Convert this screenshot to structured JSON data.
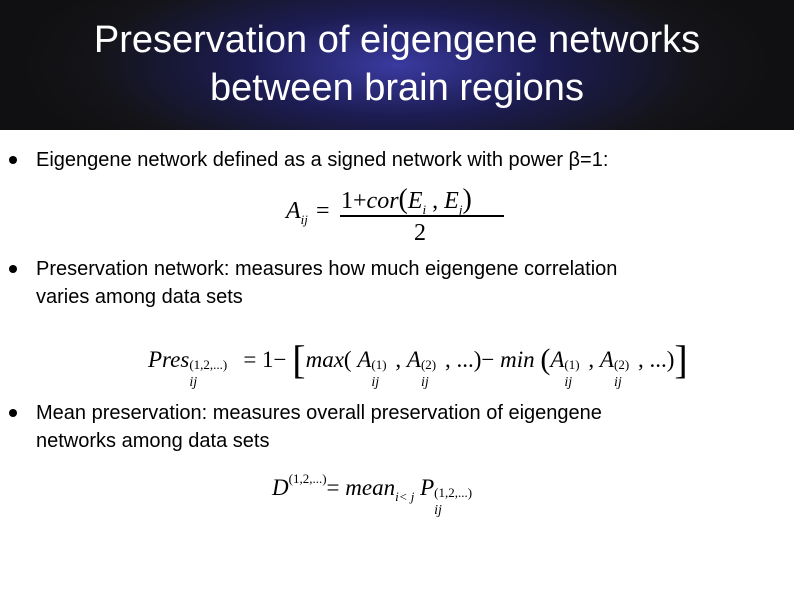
{
  "slide": {
    "title_line1": "Preservation of eigengene networks",
    "title_line2": "between brain regions"
  },
  "bullets": [
    {
      "text": "Eigengene network defined as a signed network with power β=1:"
    },
    {
      "text_line1": "Preservation network: measures how much eigengene correlation",
      "text_line2": "varies among data sets"
    },
    {
      "text_line1": "Mean preservation: measures overall preservation of eigengene",
      "text_line2": "networks among data sets"
    }
  ],
  "equations": {
    "adjacency": {
      "lhs": "A",
      "lhs_sub": "ij",
      "equals": "=",
      "numerator_prefix": "1+",
      "cor": "cor",
      "open": "(",
      "e1": "E",
      "e1_sub": "i",
      "comma": " , ",
      "e2": "E",
      "e2_sub": "j",
      "close": ")",
      "denominator": "2"
    },
    "preservation": {
      "lhs": "Pres",
      "lhs_sub": "ij",
      "lhs_sup": "(1,2,...)",
      "rhs_start": "= 1−",
      "lbracket": "[",
      "max": "max",
      "open1": "( ",
      "a1": "A",
      "a1_sub": "ij",
      "a1_sup": "(1)",
      "comma1": ", ",
      "a2": "A",
      "a2_sub": "ij",
      "a2_sup": "(2)",
      "tail1": ", ...)−",
      "min": "min",
      "open2": "(",
      "a3": "A",
      "a3_sub": "ij",
      "a3_sup": "(1)",
      "comma2": ", ",
      "a4": "A",
      "a4_sub": "ij",
      "a4_sup": "(2)",
      "tail2": ", ...)",
      "rbracket": "]"
    },
    "mean": {
      "lhs": "D",
      "lhs_sup": "(1,2,...)",
      "equals": "=",
      "mean": "mean",
      "mean_sub": "i< j",
      "p": "P",
      "p_sub": "ij",
      "p_sup": "(1,2,...)"
    }
  }
}
